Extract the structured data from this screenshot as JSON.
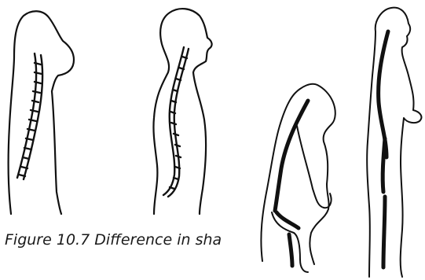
{
  "figure": {
    "caption": "Figure 10.7 Difference in sha",
    "illustrations": [
      {
        "name": "ape-spine-silhouette"
      },
      {
        "name": "human-spine-silhouette"
      },
      {
        "name": "chimpanzee-skeleton-posture"
      },
      {
        "name": "human-skeleton-posture"
      }
    ]
  }
}
